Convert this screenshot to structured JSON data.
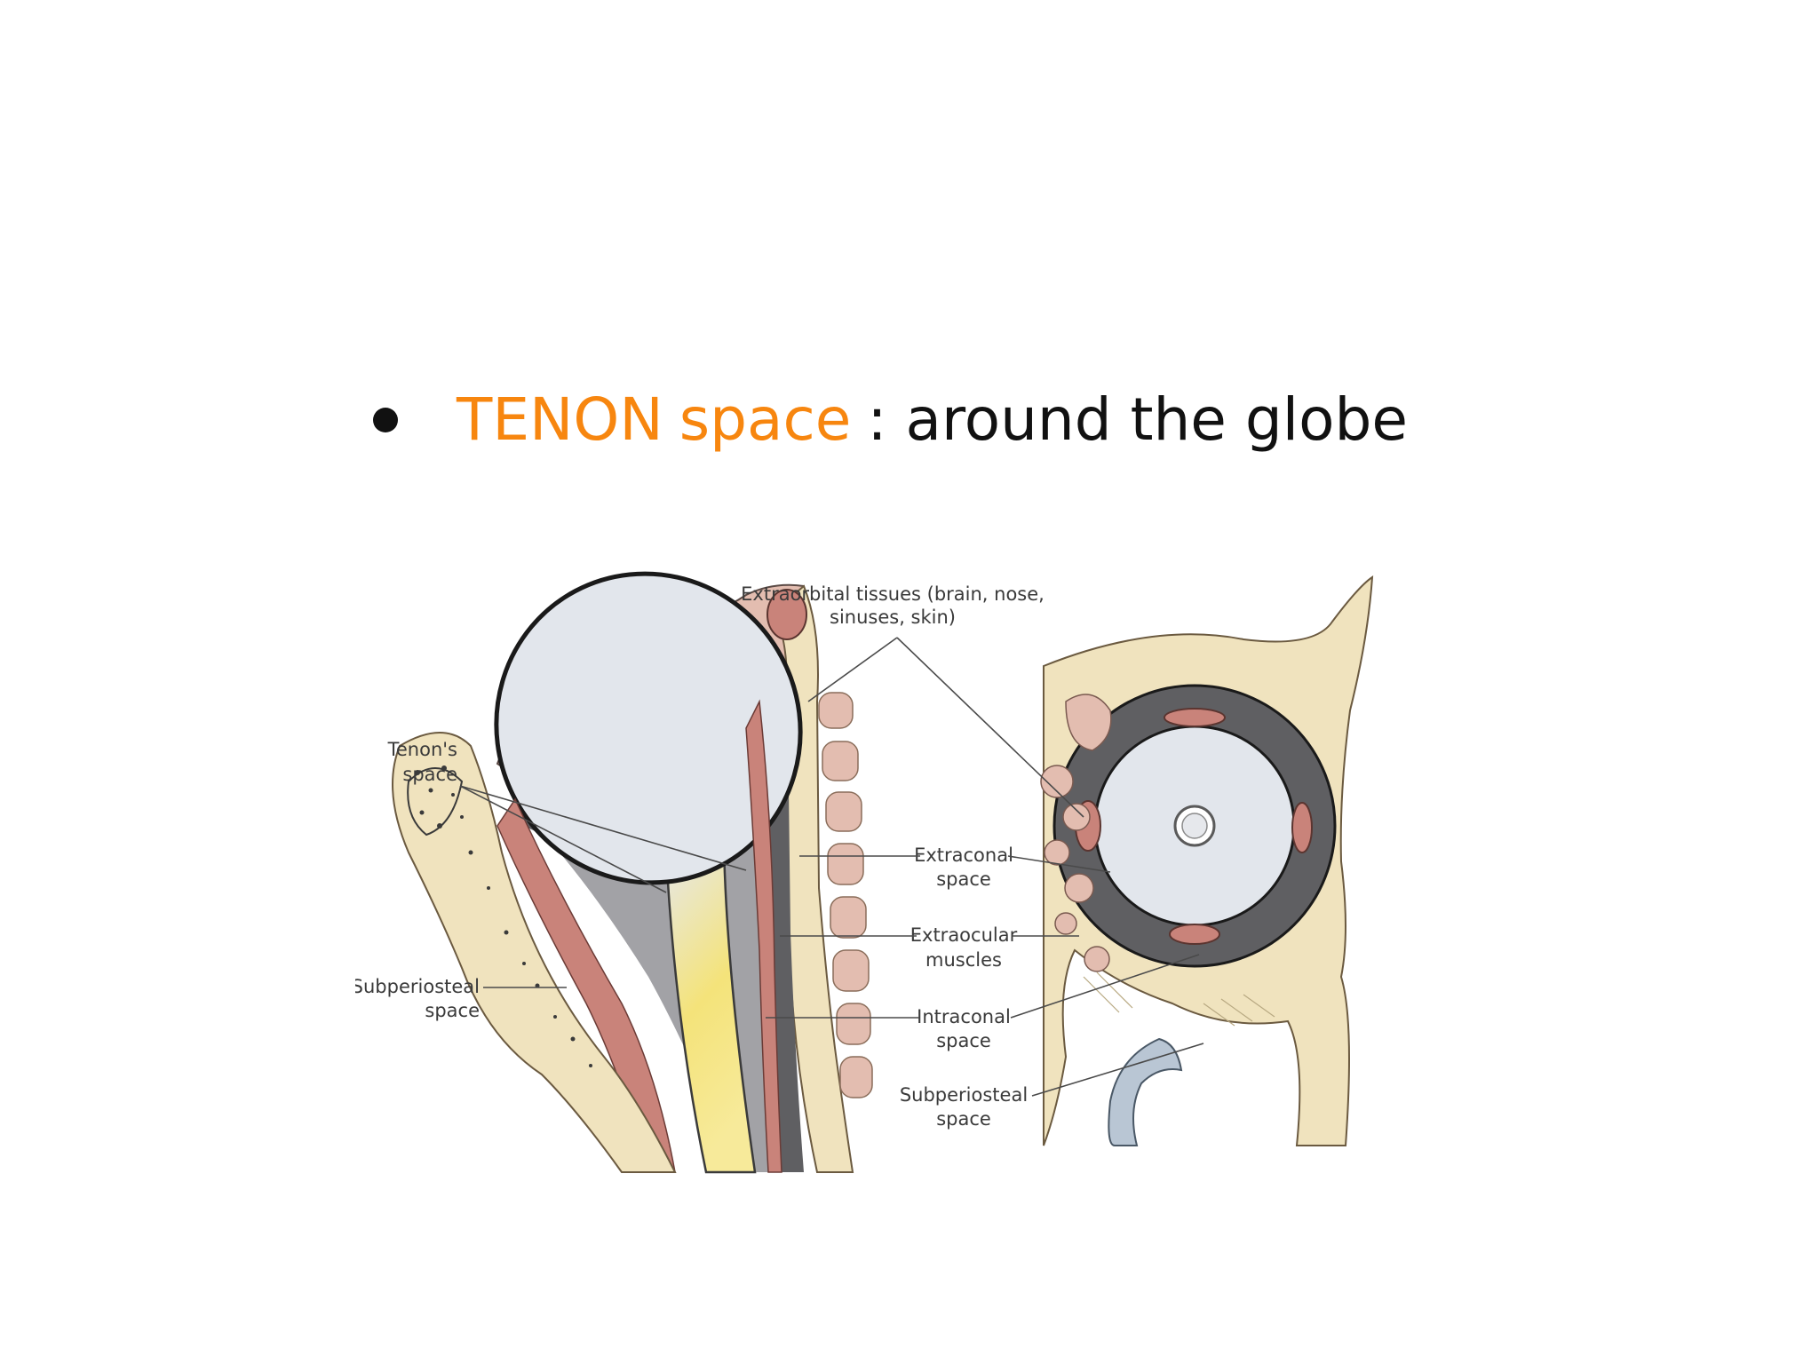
{
  "slide": {
    "heading": {
      "term_primary": "TENON",
      "term_secondary": "space",
      "rest": ": around the globe"
    }
  },
  "diagram": {
    "labels": {
      "extraorbital_line1": "Extraorbital tissues (brain, nose,",
      "extraorbital_line2": "sinuses, skin)",
      "tenons_line1": "Tenon's",
      "tenons_line2": "space",
      "extraconal_line1": "Extraconal",
      "extraconal_line2": "space",
      "extraocular_line1": "Extraocular",
      "extraocular_line2": "muscles",
      "intraconal_line1": "Intraconal",
      "intraconal_line2": "space",
      "subperiosteal_center_line1": "Subperiosteal",
      "subperiosteal_center_line2": "space",
      "subperiosteal_left_line1": "Subperiosteal",
      "subperiosteal_left_line2": "space"
    }
  },
  "colors": {
    "accent_orange": "#F7860F",
    "text_dark": "#111111",
    "bone": "#F0E3BE",
    "soft_tissue": "#E3BDB0",
    "muscle": "#C9837A",
    "globe": "#E2E6EC",
    "extraconal_fat": "#5F5F62",
    "intraconal_fat": "#A2A2A6",
    "optic_nerve": "#F4E37A"
  }
}
